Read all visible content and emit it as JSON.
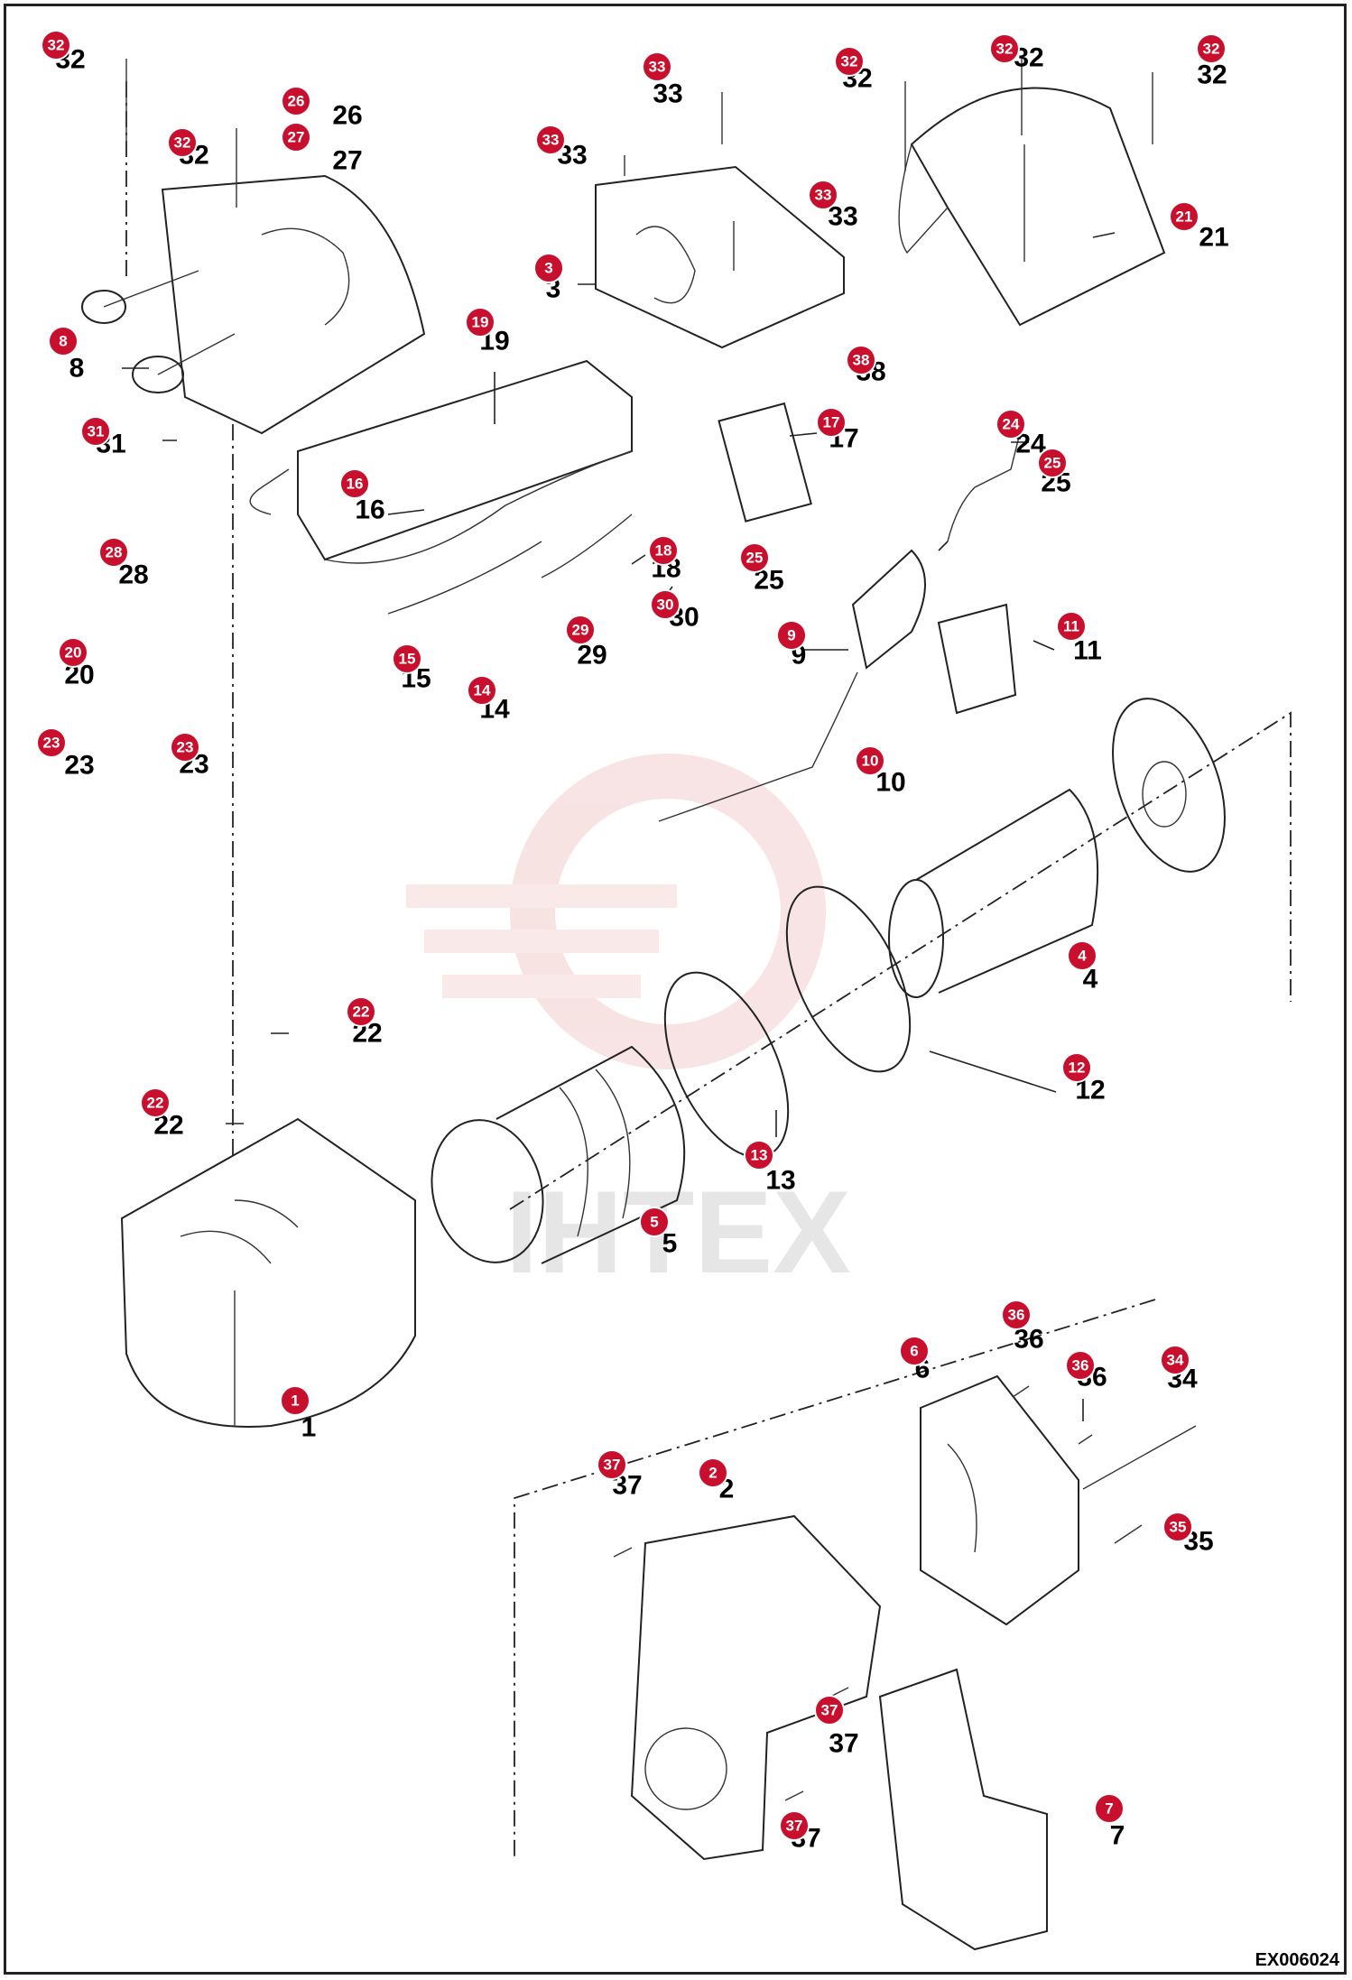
{
  "drawing_code": "EX006024",
  "watermark": "IHTEX",
  "colors": {
    "callout_fill": "#c8102e",
    "watermark": "#f2c9c9",
    "line": "#222222"
  },
  "callouts": [
    {
      "id": "c32a",
      "num": "32",
      "label": "32"
    },
    {
      "id": "c32b",
      "num": "32",
      "label": "32"
    },
    {
      "id": "c26",
      "num": "26",
      "label": "26"
    },
    {
      "id": "c27",
      "num": "27",
      "label": "27"
    },
    {
      "id": "c33a",
      "num": "33",
      "label": "33"
    },
    {
      "id": "c33b",
      "num": "33",
      "label": "33"
    },
    {
      "id": "c33c",
      "num": "33",
      "label": "33"
    },
    {
      "id": "c32c",
      "num": "32",
      "label": "32"
    },
    {
      "id": "c32d",
      "num": "32",
      "label": "32"
    },
    {
      "id": "c32e",
      "num": "32",
      "label": "32"
    },
    {
      "id": "c21",
      "num": "21",
      "label": "21"
    },
    {
      "id": "c3",
      "num": "3",
      "label": "3"
    },
    {
      "id": "c8",
      "num": "8",
      "label": "8"
    },
    {
      "id": "c19",
      "num": "19",
      "label": "19"
    },
    {
      "id": "c38",
      "num": "38",
      "label": "38"
    },
    {
      "id": "c31",
      "num": "31",
      "label": "31"
    },
    {
      "id": "c17",
      "num": "17",
      "label": "17"
    },
    {
      "id": "c24",
      "num": "24",
      "label": "24"
    },
    {
      "id": "c25a",
      "num": "25",
      "label": "25"
    },
    {
      "id": "c16",
      "num": "16",
      "label": "16"
    },
    {
      "id": "c18",
      "num": "18",
      "label": "18"
    },
    {
      "id": "c25b",
      "num": "25",
      "label": "25"
    },
    {
      "id": "c28",
      "num": "28",
      "label": "28"
    },
    {
      "id": "c30",
      "num": "30",
      "label": "30"
    },
    {
      "id": "c29",
      "num": "29",
      "label": "29"
    },
    {
      "id": "c9",
      "num": "9",
      "label": "9"
    },
    {
      "id": "c11",
      "num": "11",
      "label": "11"
    },
    {
      "id": "c20",
      "num": "20",
      "label": "20"
    },
    {
      "id": "c15",
      "num": "15",
      "label": "15"
    },
    {
      "id": "c14",
      "num": "14",
      "label": "14"
    },
    {
      "id": "c23a",
      "num": "23",
      "label": "23"
    },
    {
      "id": "c23b",
      "num": "23",
      "label": "23"
    },
    {
      "id": "c10",
      "num": "10",
      "label": "10"
    },
    {
      "id": "c4",
      "num": "4",
      "label": "4"
    },
    {
      "id": "c22a",
      "num": "22",
      "label": "22"
    },
    {
      "id": "c12",
      "num": "12",
      "label": "12"
    },
    {
      "id": "c22b",
      "num": "22",
      "label": "22"
    },
    {
      "id": "c13",
      "num": "13",
      "label": "13"
    },
    {
      "id": "c5",
      "num": "5",
      "label": "5"
    },
    {
      "id": "c36a",
      "num": "36",
      "label": "36"
    },
    {
      "id": "c6",
      "num": "6",
      "label": "6"
    },
    {
      "id": "c36b",
      "num": "36",
      "label": "36"
    },
    {
      "id": "c34",
      "num": "34",
      "label": "34"
    },
    {
      "id": "c1",
      "num": "1",
      "label": "1"
    },
    {
      "id": "c37a",
      "num": "37",
      "label": "37"
    },
    {
      "id": "c2",
      "num": "2",
      "label": "2"
    },
    {
      "id": "c35",
      "num": "35",
      "label": "35"
    },
    {
      "id": "c37b",
      "num": "37",
      "label": "37"
    },
    {
      "id": "c7",
      "num": "7",
      "label": "7"
    },
    {
      "id": "c37c",
      "num": "37",
      "label": "37"
    }
  ]
}
